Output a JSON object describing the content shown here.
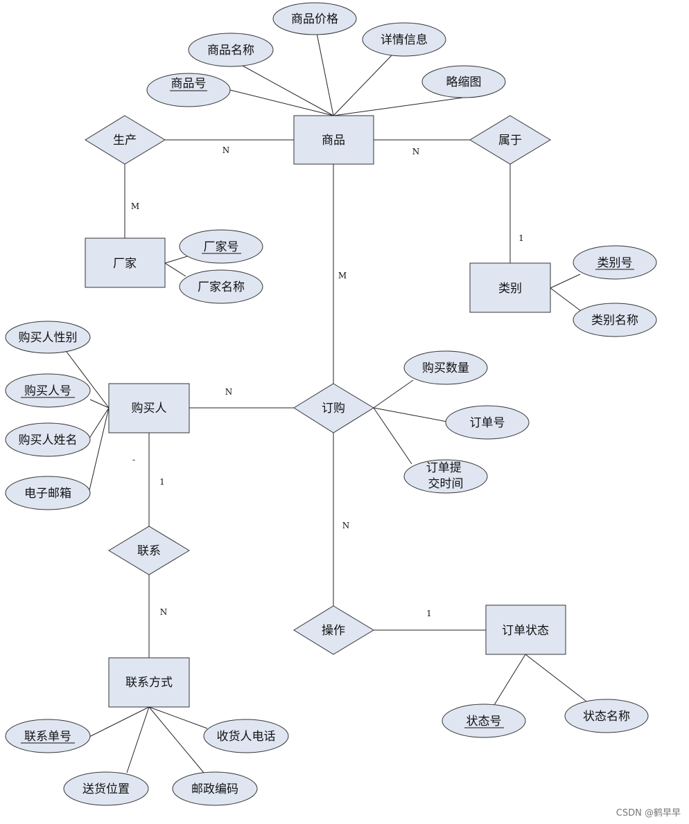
{
  "nodes": {
    "spbh": "商品号",
    "spmc": "商品名称",
    "spjg": "商品价格",
    "xqxx": "详情信息",
    "slt": "略缩图",
    "sp": "商品",
    "sc": "生产",
    "sy": "属于",
    "cj": "厂家",
    "cjh": "厂家号",
    "cjmc": "厂家名称",
    "lb": "类别",
    "lbh": "类别号",
    "lbmc": "类别名称",
    "gmr": "购买人",
    "gmrxb": "购买人性别",
    "gmrh": "购买人号",
    "gmrxm": "购买人姓名",
    "dzyx": "电子邮箱",
    "dg": "订购",
    "gmsl": "购买数量",
    "ddh": "订单号",
    "ddtj": "订单提\n交时间",
    "lx": "联系",
    "lxfs": "联系方式",
    "lxdh": "联系单号",
    "shrdh": "收货人电话",
    "shwz": "送货位置",
    "yzbm": "邮政编码",
    "cz": "操作",
    "ddzt": "订单状态",
    "zth": "状态号",
    "ztmc": "状态名称"
  },
  "cardinalities": {
    "sc_sp": "N",
    "sp_sy": "N",
    "sc_cj": "M",
    "sy_lb": "1",
    "sp_dg": "M",
    "gmr_dg": "N",
    "gmr_dash": "-",
    "gmr_lx": "1",
    "dg_cz": "N",
    "lx_lxfs": "N",
    "cz_ddzt": "1"
  },
  "watermark": "CSDN @鹤早早"
}
